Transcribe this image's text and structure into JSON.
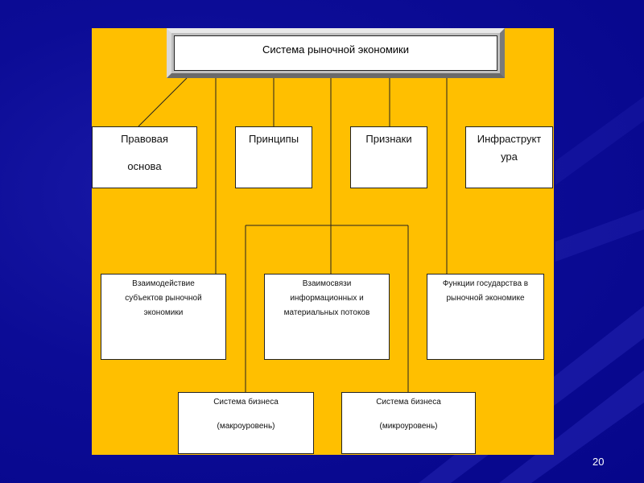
{
  "diagram": {
    "title": "Система рыночной экономики",
    "row1": [
      {
        "line1": "Правовая",
        "line2": "основа"
      },
      {
        "line1": "Принципы"
      },
      {
        "line1": "Признаки"
      },
      {
        "line1": "Инфраструкт",
        "line2": "ура"
      }
    ],
    "row2": [
      {
        "line1": "Взаимодействие",
        "line2": "субъектов рыночной",
        "line3": "экономики"
      },
      {
        "line1": "Взаимосвязи",
        "line2": "информационных и",
        "line3": "материальных потоков"
      },
      {
        "line1": "Функции государства в",
        "line2": "рыночной экономике"
      }
    ],
    "row3": [
      {
        "line1": "Система бизнеса",
        "line2": "(макроуровень)"
      },
      {
        "line1": "Система бизнеса",
        "line2": "(микроуровень)"
      }
    ]
  },
  "slide": {
    "page_number": "20"
  },
  "colors": {
    "background": "#0c0c96",
    "panel": "#ffbf00",
    "box": "#ffffff"
  }
}
